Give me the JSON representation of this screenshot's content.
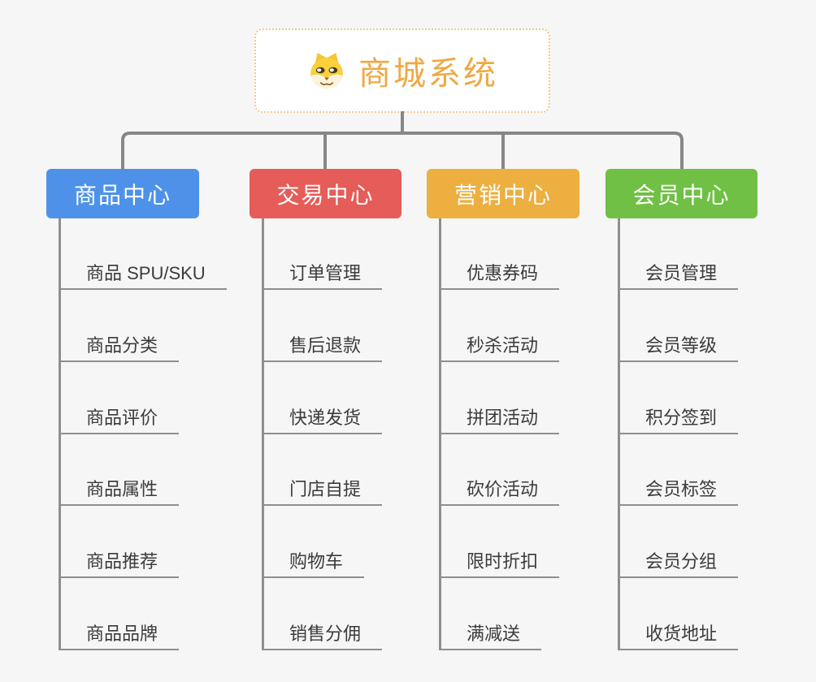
{
  "page": {
    "background": "#f6f6f6"
  },
  "root": {
    "title": "商城系统",
    "icon": "shiba-dog-icon",
    "text_color": "#f0a843",
    "border_color": "#f5c787"
  },
  "connector_color": "#878787",
  "branches": [
    {
      "label": "商品中心",
      "color": "#4d92e8",
      "children": [
        "商品 SPU/SKU",
        "商品分类",
        "商品评价",
        "商品属性",
        "商品推荐",
        "商品品牌"
      ]
    },
    {
      "label": "交易中心",
      "color": "#e65c58",
      "children": [
        "订单管理",
        "售后退款",
        "快递发货",
        "门店自提",
        "购物车",
        "销售分佣"
      ]
    },
    {
      "label": "营销中心",
      "color": "#ecaf40",
      "children": [
        "优惠券码",
        "秒杀活动",
        "拼团活动",
        "砍价活动",
        "限时折扣",
        "满减送"
      ]
    },
    {
      "label": "会员中心",
      "color": "#6fc044",
      "children": [
        "会员管理",
        "会员等级",
        "积分签到",
        "会员标签",
        "会员分组",
        "收货地址"
      ]
    }
  ]
}
